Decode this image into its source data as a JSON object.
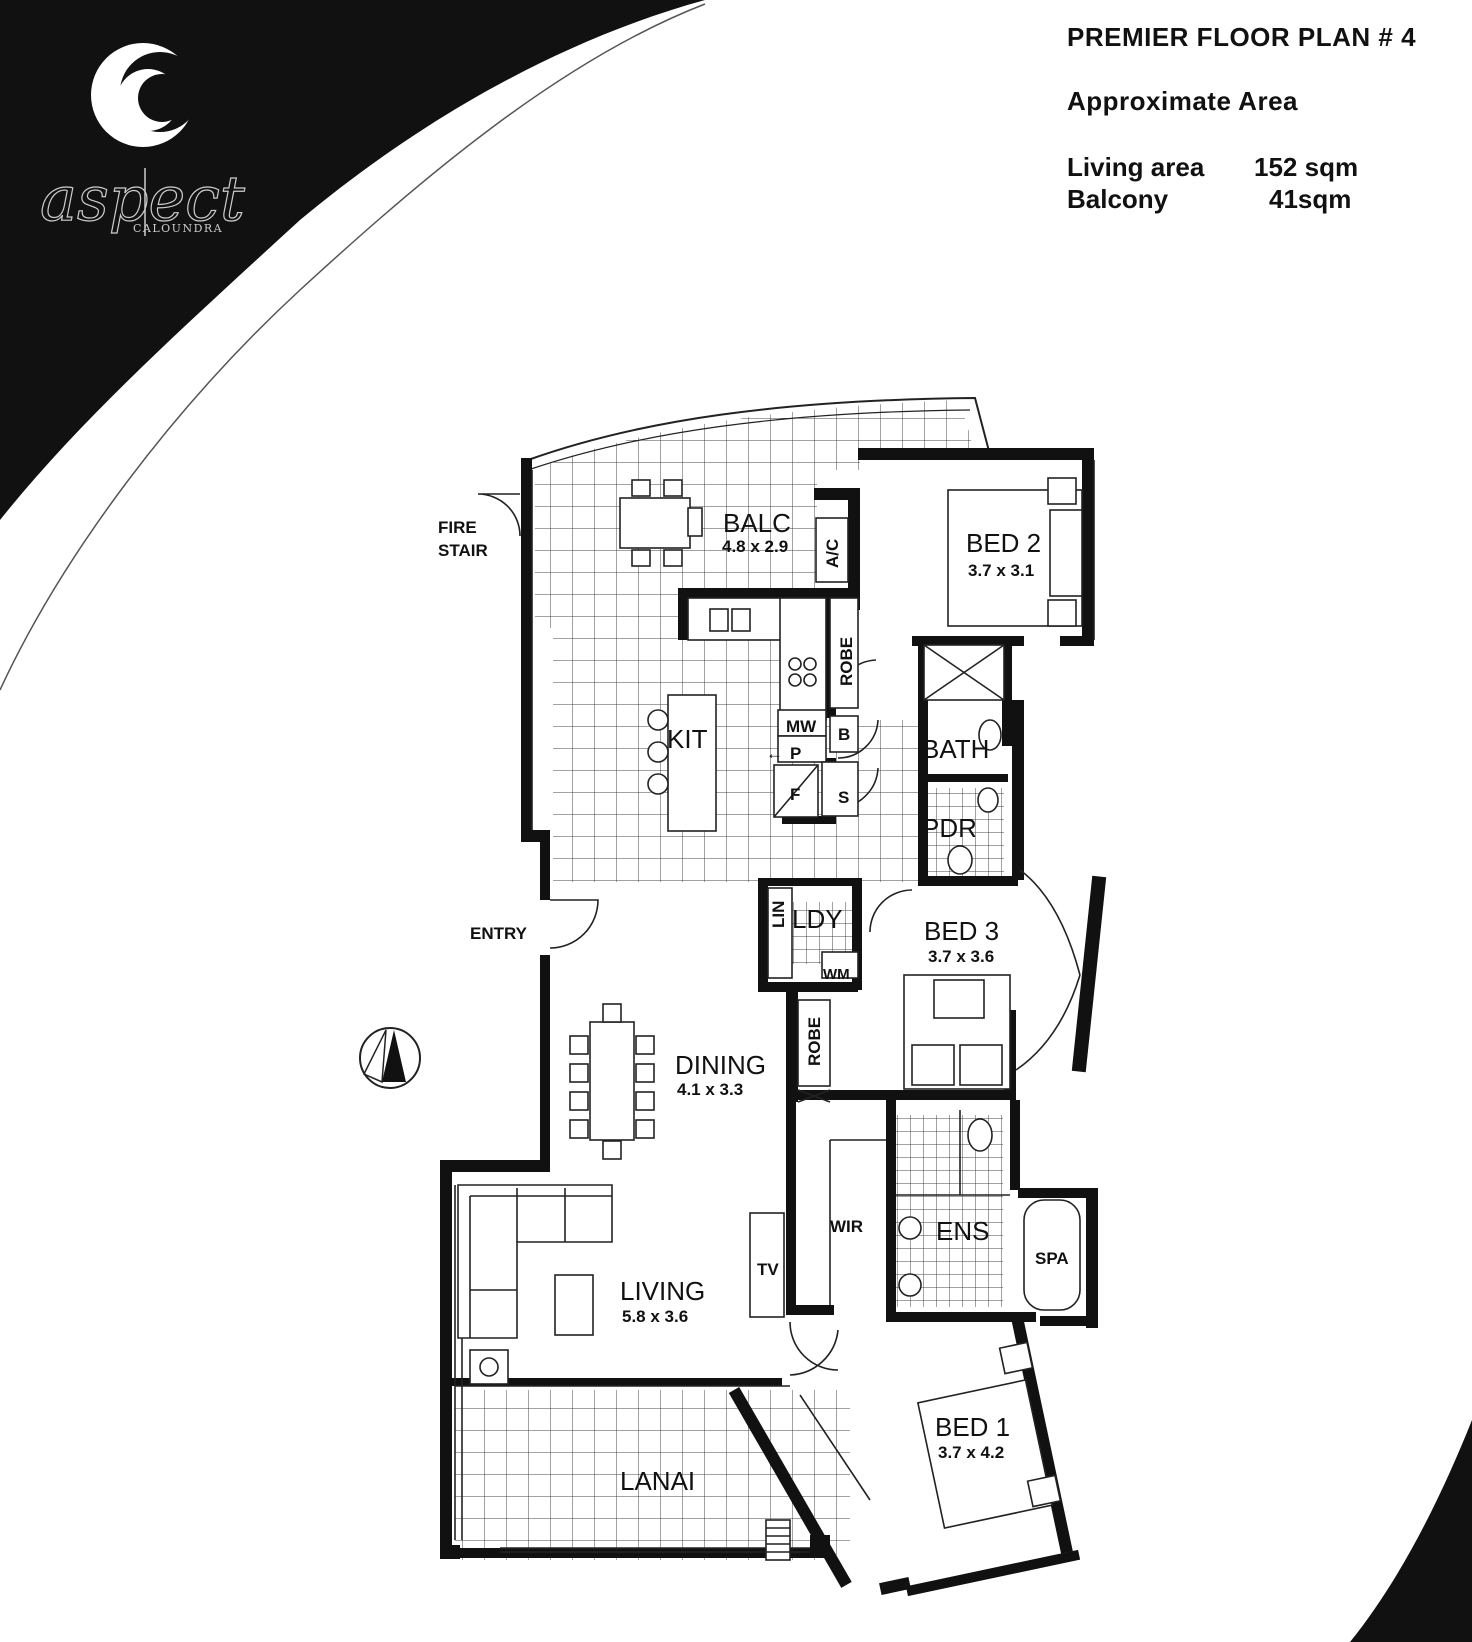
{
  "header": {
    "title": "PREMIER FLOOR PLAN # 4",
    "subtitle": "Approximate Area",
    "areas": [
      {
        "label": "Living area",
        "value": "152 sqm"
      },
      {
        "label": "Balcony",
        "value": "41sqm"
      }
    ]
  },
  "brand": {
    "name": "aspect",
    "location": "CALOUNDRA"
  },
  "rooms": {
    "balc": {
      "name": "BALC",
      "dims": "4.8 x 2.9"
    },
    "bed2": {
      "name": "BED 2",
      "dims": "3.7 x 3.1"
    },
    "kit": {
      "name": "KIT"
    },
    "bath": {
      "name": "BATH"
    },
    "pdr": {
      "name": "PDR"
    },
    "ldy": {
      "name": "LDY"
    },
    "bed3": {
      "name": "BED 3",
      "dims": "3.7 x 3.6"
    },
    "dining": {
      "name": "DINING",
      "dims": "4.1 x 3.3"
    },
    "ens": {
      "name": "ENS"
    },
    "wir": {
      "name": "WIR"
    },
    "living": {
      "name": "LIVING",
      "dims": "5.8 x 3.6"
    },
    "lanai": {
      "name": "LANAI"
    },
    "bed1": {
      "name": "BED 1",
      "dims": "3.7 x 4.2"
    }
  },
  "labels": {
    "fire_stair_1": "FIRE",
    "fire_stair_2": "STAIR",
    "entry": "ENTRY",
    "ac": "A/C",
    "robe": "ROBE",
    "mw": "MW",
    "p": "P",
    "f": "F",
    "b": "B",
    "s": "S",
    "lin": "LIN",
    "wm": "WM",
    "robe2": "ROBE",
    "tv": "TV",
    "spa": "SPA"
  },
  "colors": {
    "background": "#ffffff",
    "ink": "#111111"
  }
}
